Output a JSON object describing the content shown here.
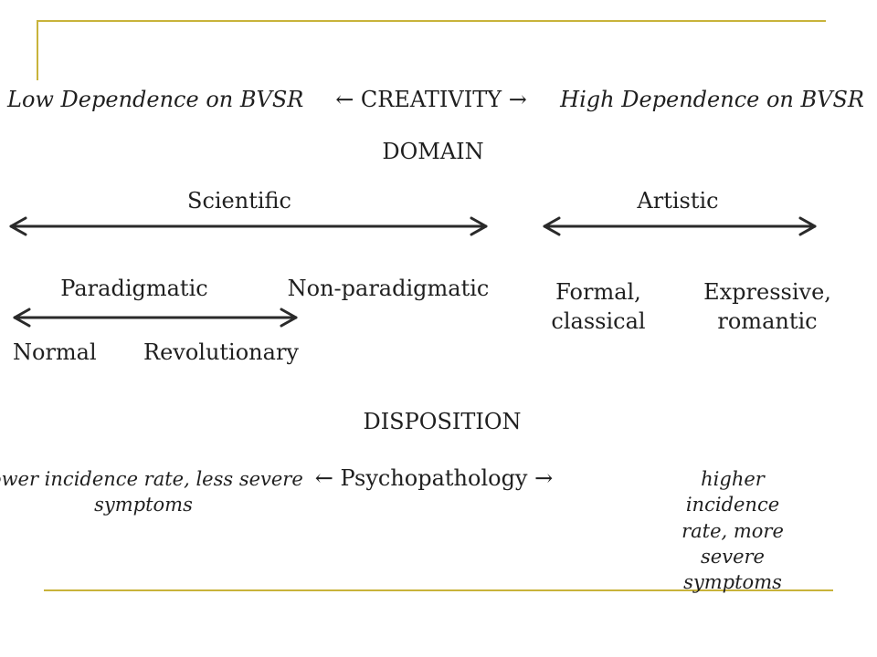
{
  "header": {
    "left_label": "Low Dependence on BVSR",
    "center_label": "← CREATIVITY →",
    "right_label": "High Dependence on BVSR"
  },
  "domain": {
    "title": "DOMAIN",
    "scientific": "Scientific",
    "artistic": "Artistic",
    "paradigmatic": "Paradigmatic",
    "non_paradigmatic": "Non-paradigmatic",
    "formal": "Formal,",
    "formal_line2": "classical",
    "expressive": "Expressive,",
    "expressive_line2": "romantic",
    "normal": "Normal",
    "revolutionary": "Revolutionary"
  },
  "disposition": {
    "title": "DISPOSITION",
    "center_label": "← Psychopathology →",
    "left_line1": "lower incidence rate, less severe",
    "left_line2": "symptoms",
    "right_line1": "higher incidence rate, more",
    "right_line2": "severe symptoms"
  },
  "colors": {
    "accent_rule": "#c8b33a",
    "text": "#1f1f1f"
  }
}
